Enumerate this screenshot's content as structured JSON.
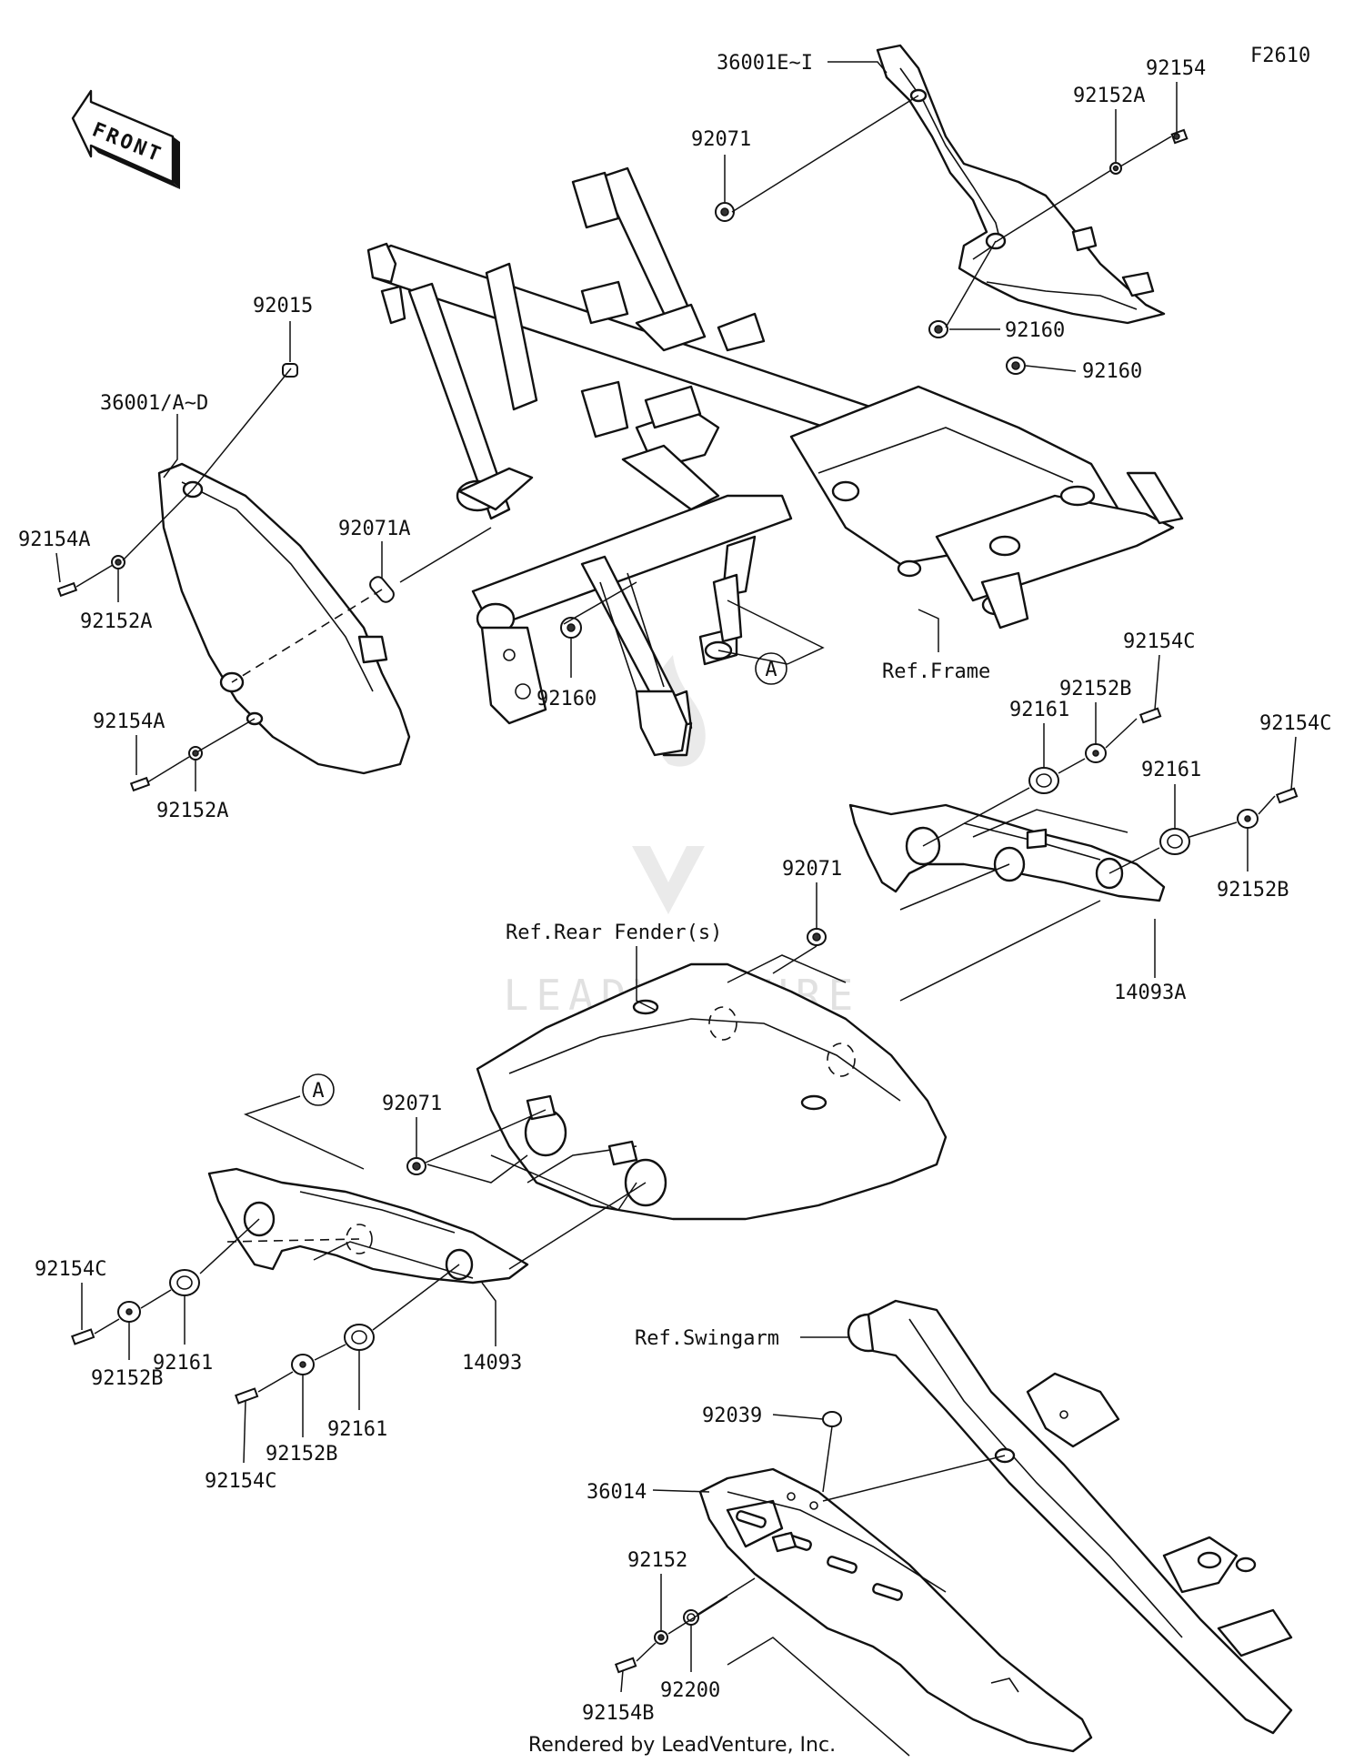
{
  "diagram_code": "F2610",
  "front_label": "FRONT",
  "callout_a": "A",
  "footer": "Rendered by LeadVenture, Inc.",
  "watermark": "LEADVENTURE",
  "labels": {
    "p36001e_i": "36001E~I",
    "p92154_top": "92154",
    "p92152a_top": "92152A",
    "p92071_top": "92071",
    "p92160_a": "92160",
    "p92160_b": "92160",
    "p36001_a_d": "36001/A~D",
    "p92015": "92015",
    "p92154a_1": "92154A",
    "p92152a_1": "92152A",
    "p92071a": "92071A",
    "p92154a_2": "92154A",
    "p92152a_2": "92152A",
    "p92160_c": "92160",
    "ref_frame": "Ref.Frame",
    "p92154c_1": "92154C",
    "p92161_1": "92161",
    "p92152b_1": "92152B",
    "p92154c_2": "92154C",
    "p92161_2": "92161",
    "p92152b_2": "92152B",
    "p92071_mid": "92071",
    "ref_rear_fender": "Ref.Rear Fender(s)",
    "p14093a": "14093A",
    "p92071_low": "92071",
    "p92154c_3": "92154C",
    "p92152b_3": "92152B",
    "p92161_3": "92161",
    "p14093": "14093",
    "p92154c_4": "92154C",
    "p92152b_4": "92152B",
    "p92161_4": "92161",
    "ref_swingarm": "Ref.Swingarm",
    "p92039": "92039",
    "p36014": "36014",
    "p92152": "92152",
    "p92200": "92200",
    "p92154b": "92154B"
  }
}
